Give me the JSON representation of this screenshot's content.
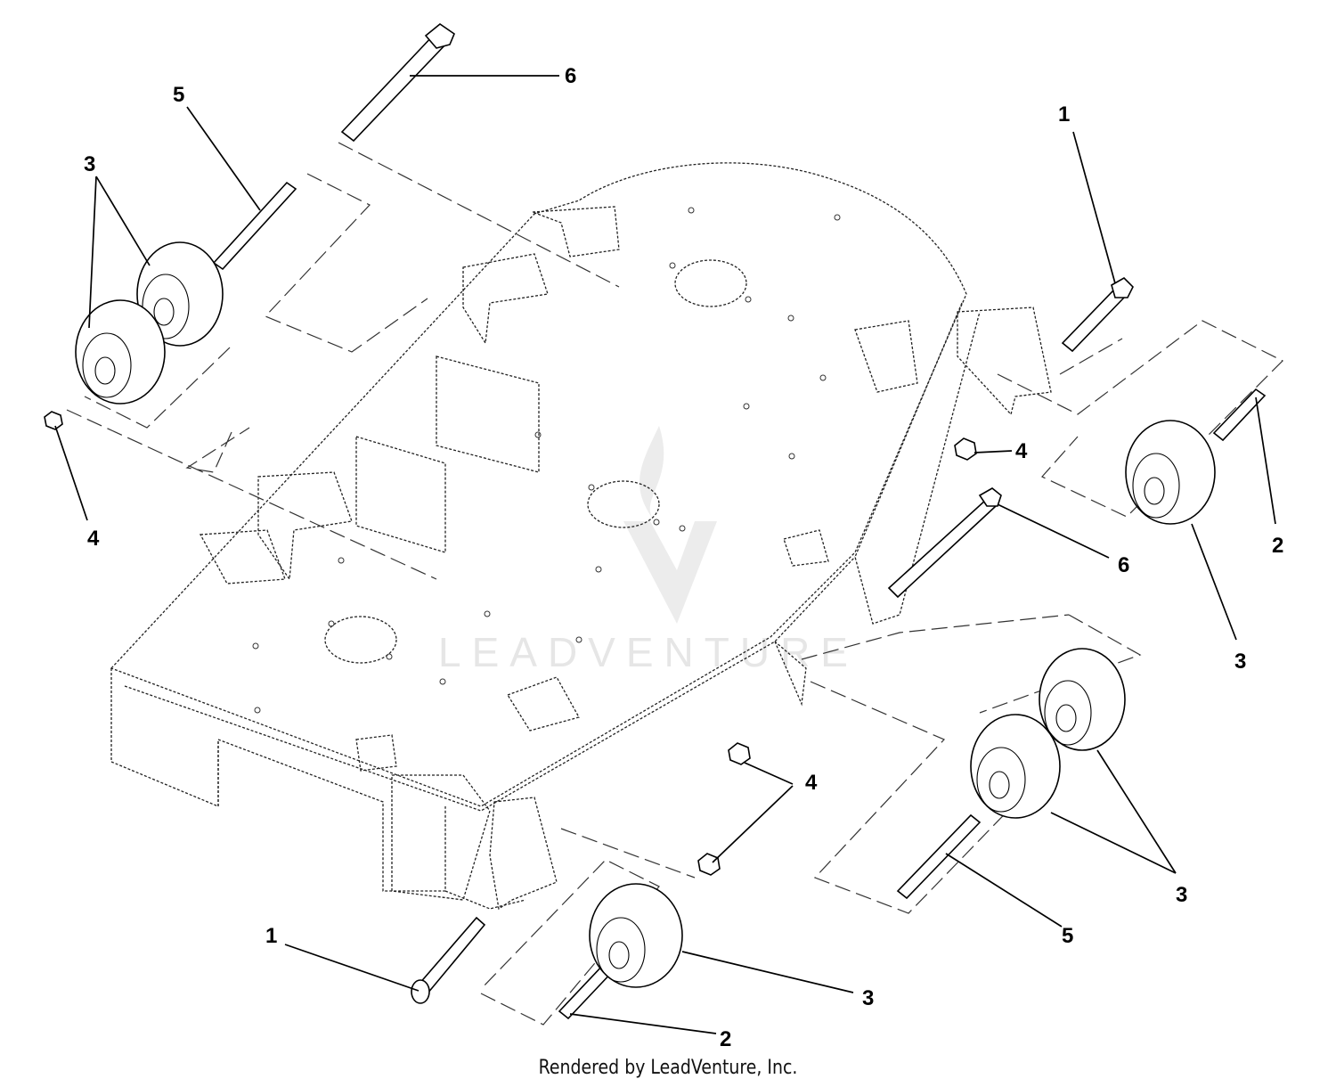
{
  "credit": "Rendered by LeadVenture, Inc.",
  "watermark": "LEADVENTURE",
  "callouts": {
    "c1_top": "1",
    "c1_bottom": "1",
    "c2_right": "2",
    "c2_bottom": "2",
    "c3_left": "3",
    "c3_right_front": "3",
    "c3_right_rear": "3",
    "c3_bottom": "3",
    "c4_left": "4",
    "c4_center_right": "4",
    "c4_center": "4",
    "c5_left": "5",
    "c5_right": "5",
    "c6_top": "6",
    "c6_right": "6"
  }
}
